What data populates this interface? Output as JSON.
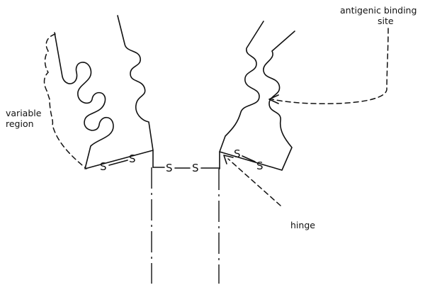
{
  "labels": {
    "variable_region": [
      "variable",
      "region"
    ],
    "antigenic_binding_site": [
      "antigenic binding",
      "site"
    ],
    "hinge": "hinge"
  },
  "disulfide": {
    "sulfur": "S"
  }
}
